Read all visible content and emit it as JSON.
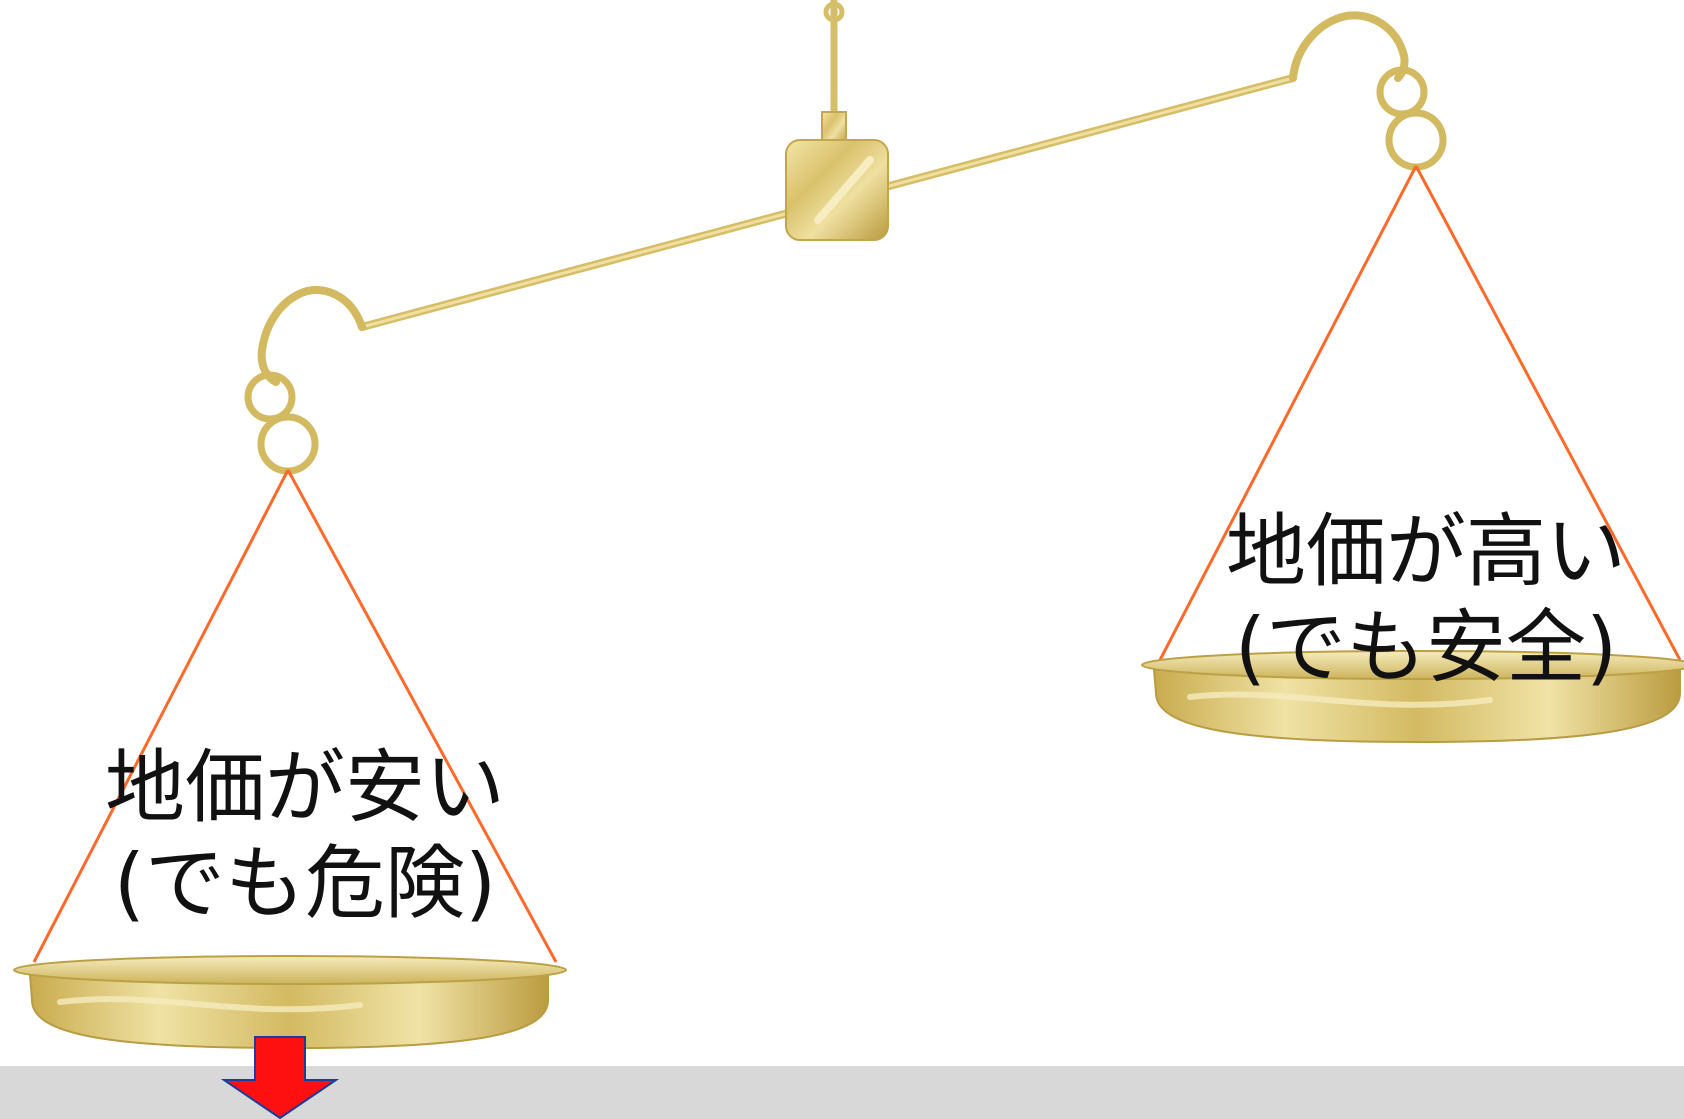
{
  "scale": {
    "left_pan": {
      "line1": "地価が安い",
      "line2": "(でも危険)"
    },
    "right_pan": {
      "line1": "地価が高い",
      "line2": "(でも安全)"
    },
    "colors": {
      "gold_light": "#f1e3a0",
      "gold": "#d8c06a",
      "gold_dark": "#b89a3c",
      "string": "#ff6a2a",
      "arrow": "#ff1010",
      "arrow_outline": "#1c3c9c",
      "floor": "#d8d8d8"
    },
    "indicator": "down-arrow-icon"
  }
}
